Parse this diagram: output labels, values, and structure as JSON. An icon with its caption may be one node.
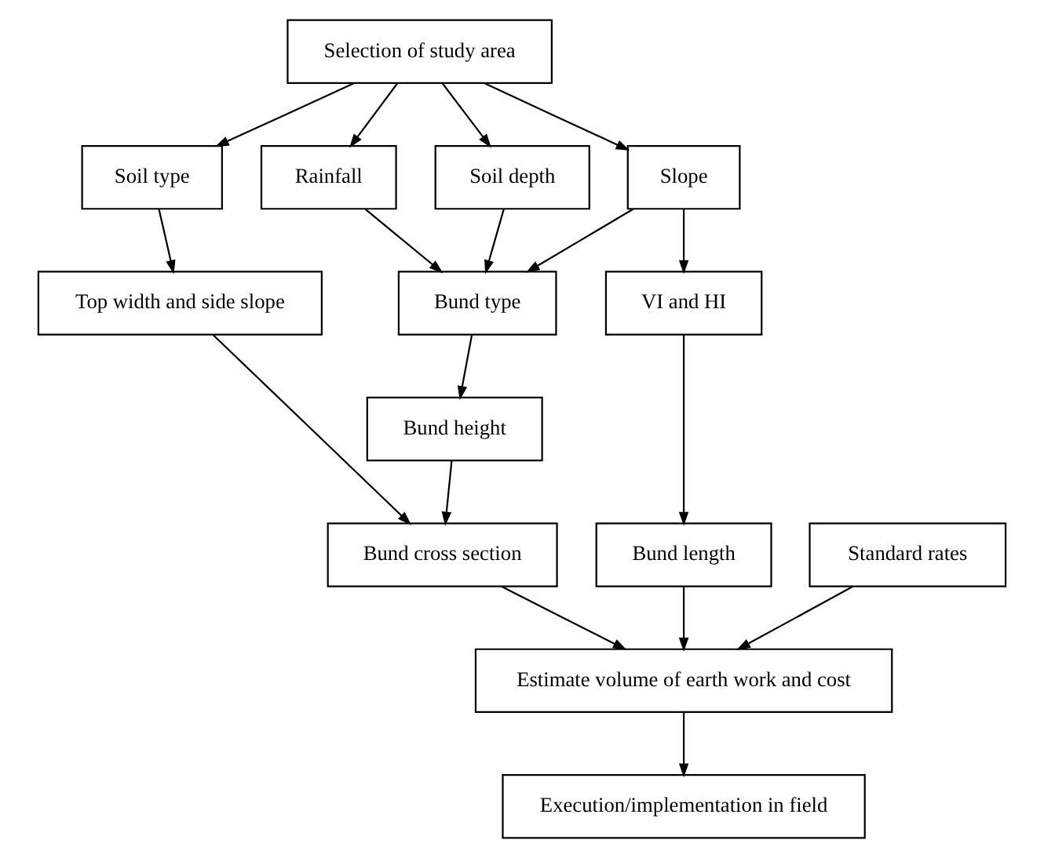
{
  "diagram": {
    "nodes": [
      {
        "text": [
          "Selection of study area"
        ]
      },
      {
        "text": [
          "Soil type"
        ]
      },
      {
        "text": [
          "Rainfall"
        ]
      },
      {
        "text": [
          "Soil depth"
        ]
      },
      {
        "text": [
          "Slope"
        ]
      },
      {
        "text": [
          "Top width and side slope"
        ]
      },
      {
        "text": [
          "Bund type"
        ]
      },
      {
        "text": [
          "VI and HI"
        ]
      },
      {
        "text": [
          "Bund height"
        ]
      },
      {
        "text": [
          "Standard rates"
        ]
      },
      {
        "text": [
          "Bund cross section"
        ]
      },
      {
        "text": [
          "Bund length"
        ]
      },
      {
        "text": [
          "Estimate volume of earth work and cost"
        ]
      },
      {
        "text": [
          "Execution/implementation in field"
        ]
      }
    ],
    "edges": [
      {
        "from": 0,
        "to": 1,
        "arrow": "to"
      },
      {
        "from": 0,
        "to": 2,
        "arrow": "to"
      },
      {
        "from": 0,
        "to": 3,
        "arrow": "to"
      },
      {
        "from": 0,
        "to": 4,
        "arrow": "to"
      },
      {
        "from": 1,
        "to": 5,
        "arrow": "to"
      },
      {
        "from": 2,
        "to": 6,
        "arrow": "to"
      },
      {
        "from": 3,
        "to": 6,
        "arrow": "to"
      },
      {
        "from": 4,
        "to": 6,
        "arrow": "to"
      },
      {
        "from": 4,
        "to": 7,
        "arrow": "to"
      },
      {
        "from": 6,
        "to": 8,
        "arrow": "to"
      },
      {
        "from": 8,
        "to": 10,
        "arrow": "to"
      },
      {
        "from": 5,
        "to": 10,
        "arrow": "to"
      },
      {
        "from": 7,
        "to": 11,
        "arrow": "to"
      },
      {
        "from": 10,
        "to": 12,
        "arrow": "to"
      },
      {
        "from": 11,
        "to": 12,
        "arrow": "to"
      },
      {
        "from": 9,
        "to": 12,
        "arrow": "to"
      },
      {
        "from": 12,
        "to": 13,
        "arrow": "to"
      }
    ]
  }
}
